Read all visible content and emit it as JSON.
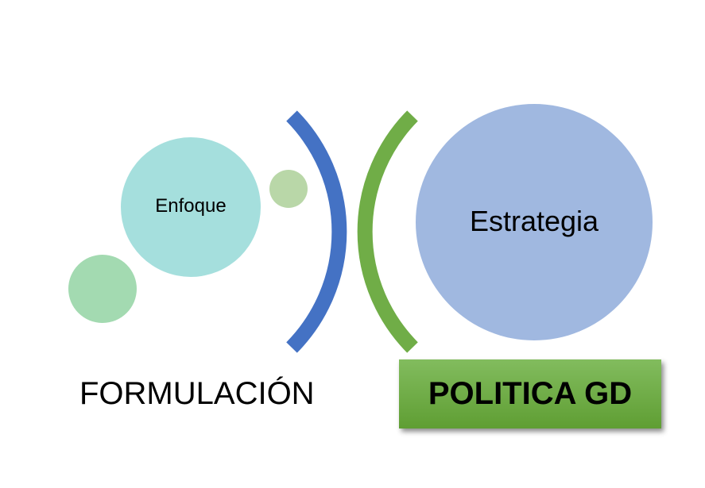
{
  "labels": {
    "enfoque": "Enfoque",
    "estrategia": "Estrategia",
    "formulacion": "FORMULACIÓN",
    "politica": "POLITICA GD"
  },
  "colors": {
    "blue_arc": "#4472c4",
    "green_arc": "#70ad47",
    "enfoque_circle": "#a5dfdd",
    "small_left_circle": "#a3dab1",
    "small_green_circle": "#b9d7a8",
    "estrategia_circle": "#a0b8e0"
  }
}
